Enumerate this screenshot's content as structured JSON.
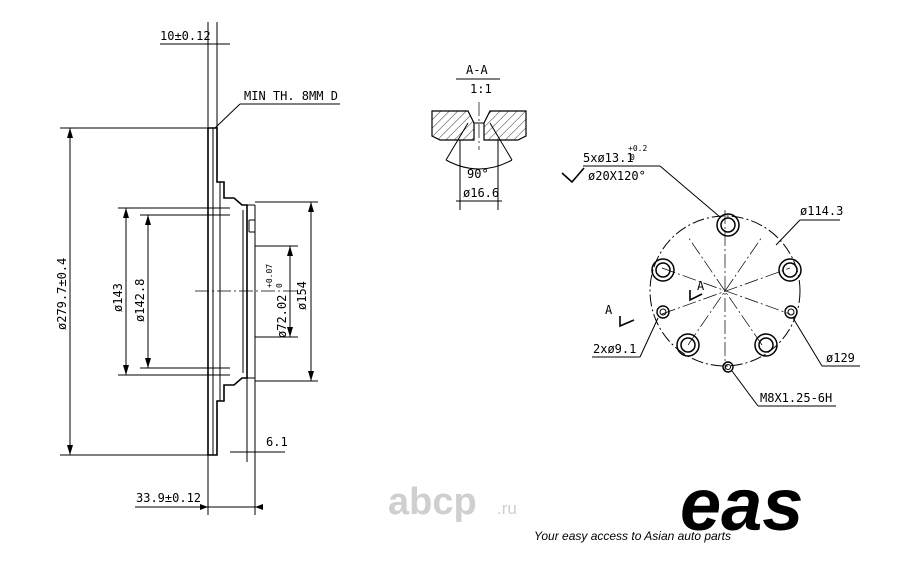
{
  "dimensions": {
    "flange_thickness": "10±0.12",
    "min_thickness": "MIN TH. 8MM D",
    "outer_diameter": "ø279.7±0.4",
    "hat_outer": "ø143",
    "hat_inner": "ø142.8",
    "center_bore": "ø72.02",
    "center_bore_tol_upper": "+0.07",
    "center_bore_tol_lower": "0",
    "hat_diameter": "ø154",
    "hub_depth": "6.1",
    "total_height": "33.9±0.12"
  },
  "section": {
    "title": "A-A",
    "scale": "1:1",
    "angle": "90°",
    "counterbore": "ø16.6"
  },
  "bolt_pattern": {
    "holes": "5xø13.1",
    "holes_tol_upper": "+0.2",
    "holes_tol_lower": "0",
    "chamfer": "ø20X120°",
    "pcd": "ø114.3",
    "small_holes": "2xø9.1",
    "outer_circle": "ø129",
    "thread": "M8X1.25-6H",
    "section_marker_1": "A",
    "section_marker_2": "A"
  },
  "branding": {
    "watermark": "abcp",
    "watermark_tld": ".ru",
    "logo": "eas",
    "tagline": "Your easy access to Asian auto parts"
  }
}
